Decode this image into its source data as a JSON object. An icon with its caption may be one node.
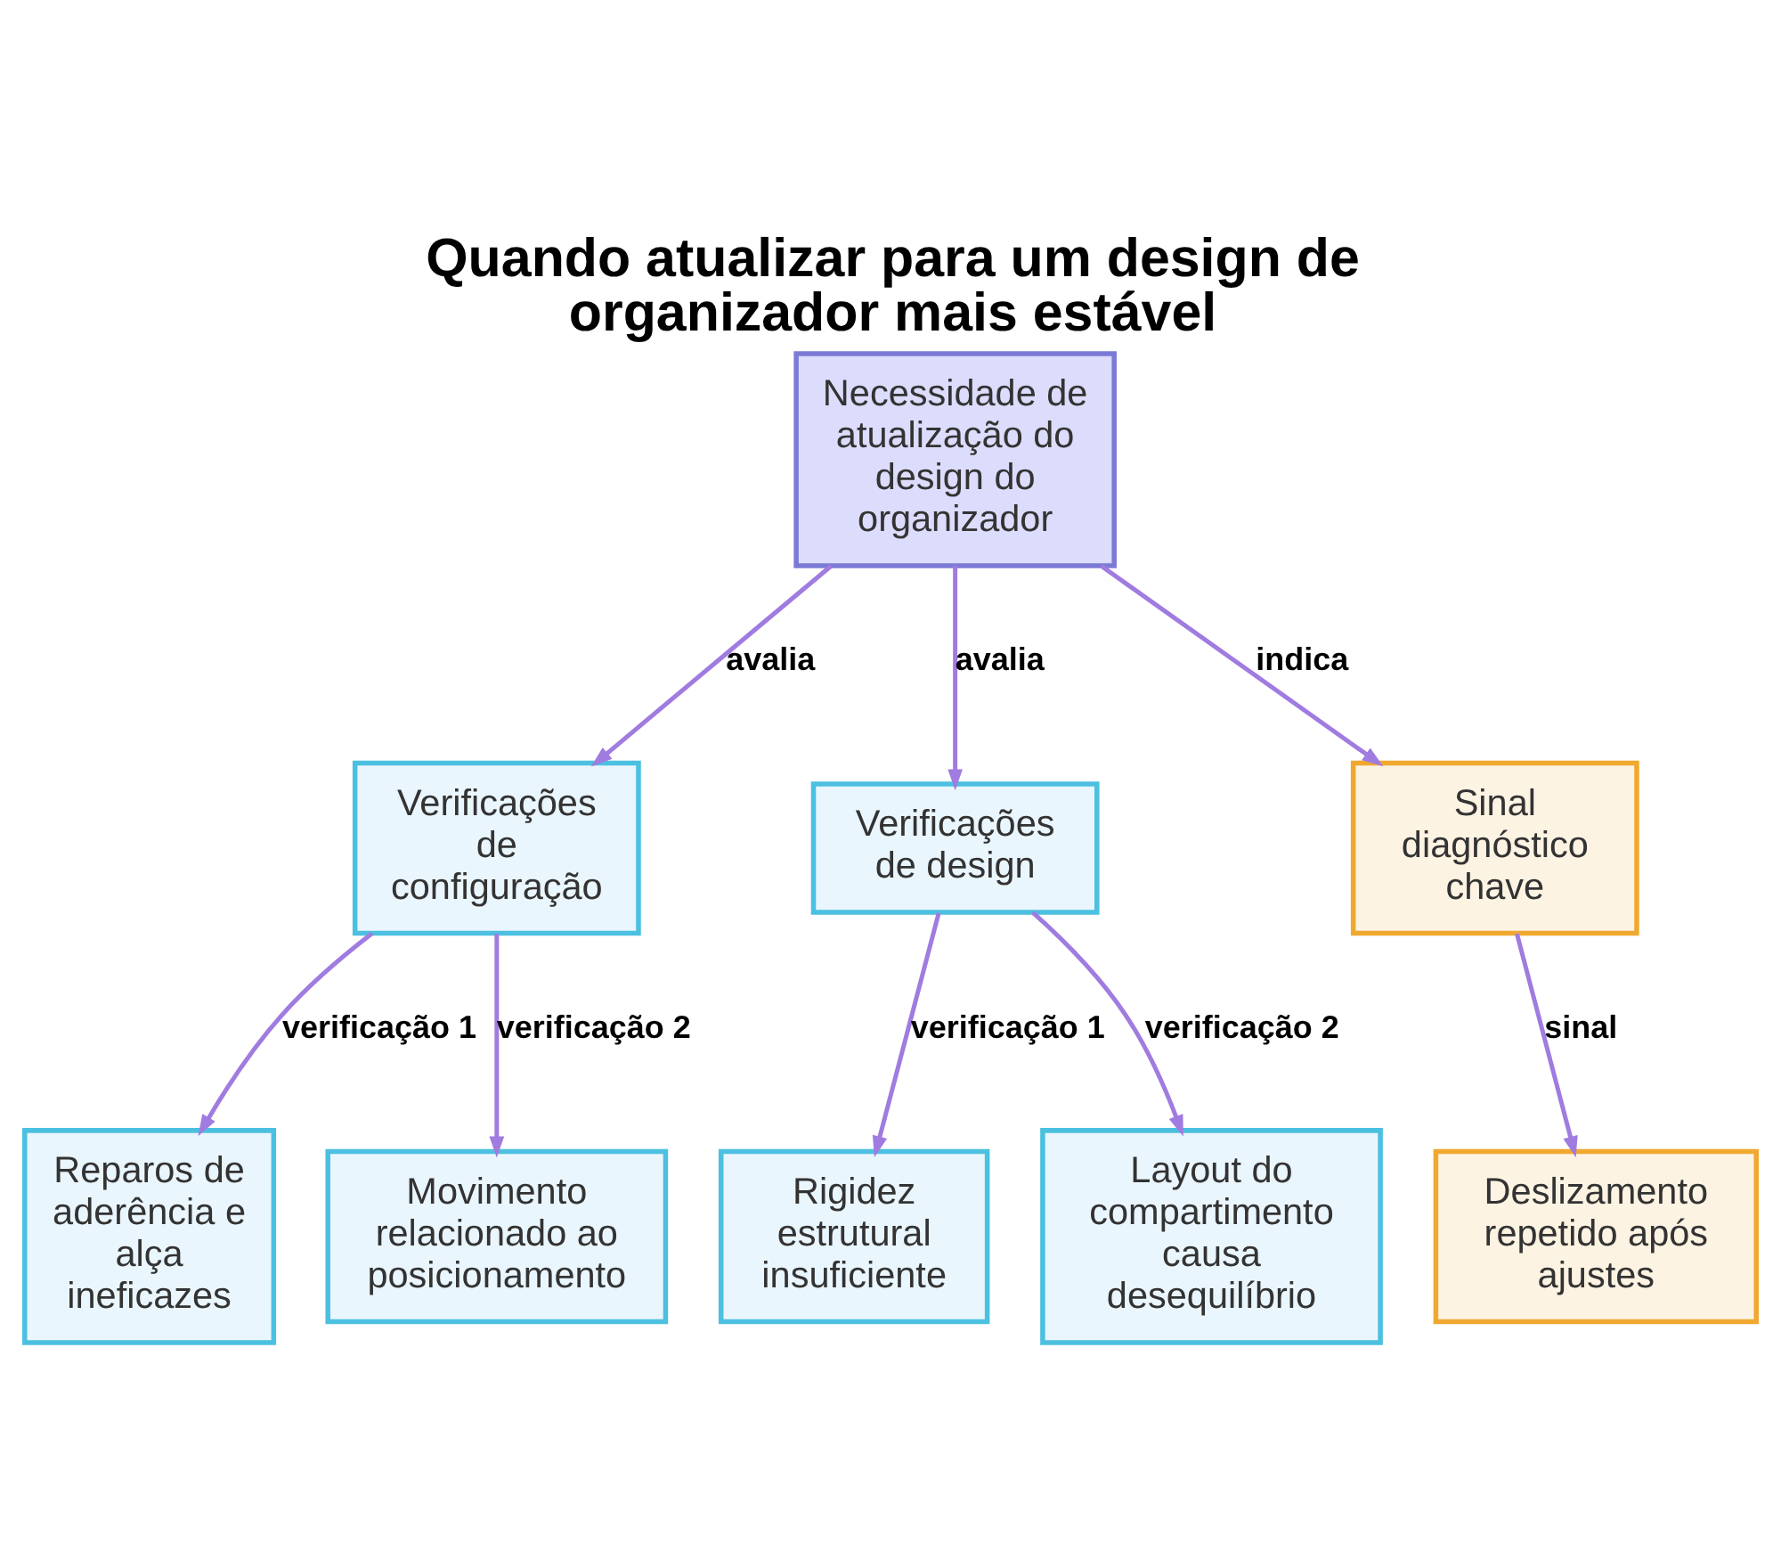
{
  "diagram": {
    "title": "Quando atualizar para um design de organizador mais estável",
    "nodes": [
      {
        "text": [
          "Necessidade de atualização do design do organizador"
        ]
      },
      {
        "text": [
          "Verificações de configuração"
        ]
      },
      {
        "text": [
          "Verificações de design"
        ]
      },
      {
        "text": [
          "Sinal diagnóstico chave"
        ]
      },
      {
        "text": [
          "Reparos de aderência e alça ineficazes"
        ]
      },
      {
        "text": [
          "Movimento relacionado ao posicionamento"
        ]
      },
      {
        "text": [
          "Rigidez estrutural insuficiente"
        ]
      },
      {
        "text": [
          "Layout do compartimento causa desequilíbrio"
        ]
      },
      {
        "text": [
          "Deslizamento repetido após ajustes"
        ]
      }
    ],
    "edges": [
      {
        "from": 0,
        "to": 1,
        "arrow": "to",
        "label": "avalia"
      },
      {
        "from": 0,
        "to": 2,
        "arrow": "to",
        "label": "avalia"
      },
      {
        "from": 0,
        "to": 3,
        "arrow": "to",
        "label": "indica"
      },
      {
        "from": 1,
        "to": 4,
        "arrow": "to",
        "label": "verificação 1"
      },
      {
        "from": 1,
        "to": 5,
        "arrow": "to",
        "label": "verificação 2"
      },
      {
        "from": 2,
        "to": 6,
        "arrow": "to",
        "label": "verificação 1"
      },
      {
        "from": 2,
        "to": 7,
        "arrow": "to",
        "label": "verificação 2"
      },
      {
        "from": 3,
        "to": 8,
        "arrow": "to",
        "label": "sinal"
      }
    ]
  }
}
